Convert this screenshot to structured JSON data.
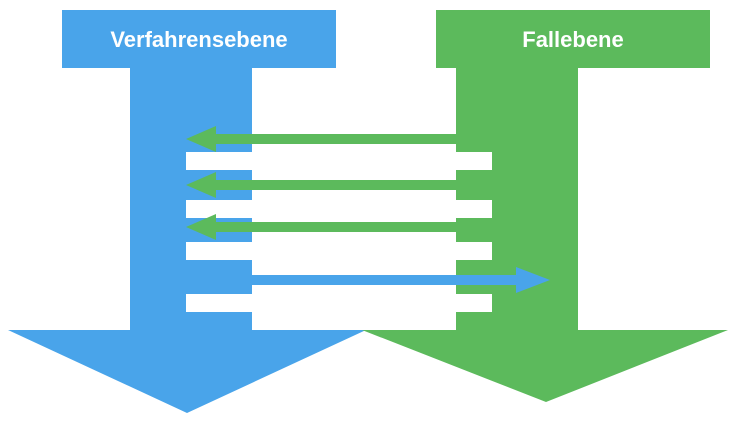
{
  "colors": {
    "background": "#FFFFFF",
    "process_blue": "#49A4EA",
    "case_green": "#5CBA5C",
    "stripe_white": "#FFFFFF"
  },
  "arrows": {
    "process": {
      "label": "Verfahrensebene"
    },
    "case": {
      "label": "Fallebene"
    }
  },
  "exchange_arrows": [
    {
      "direction": "left"
    },
    {
      "direction": "left"
    },
    {
      "direction": "left"
    },
    {
      "direction": "right"
    }
  ]
}
